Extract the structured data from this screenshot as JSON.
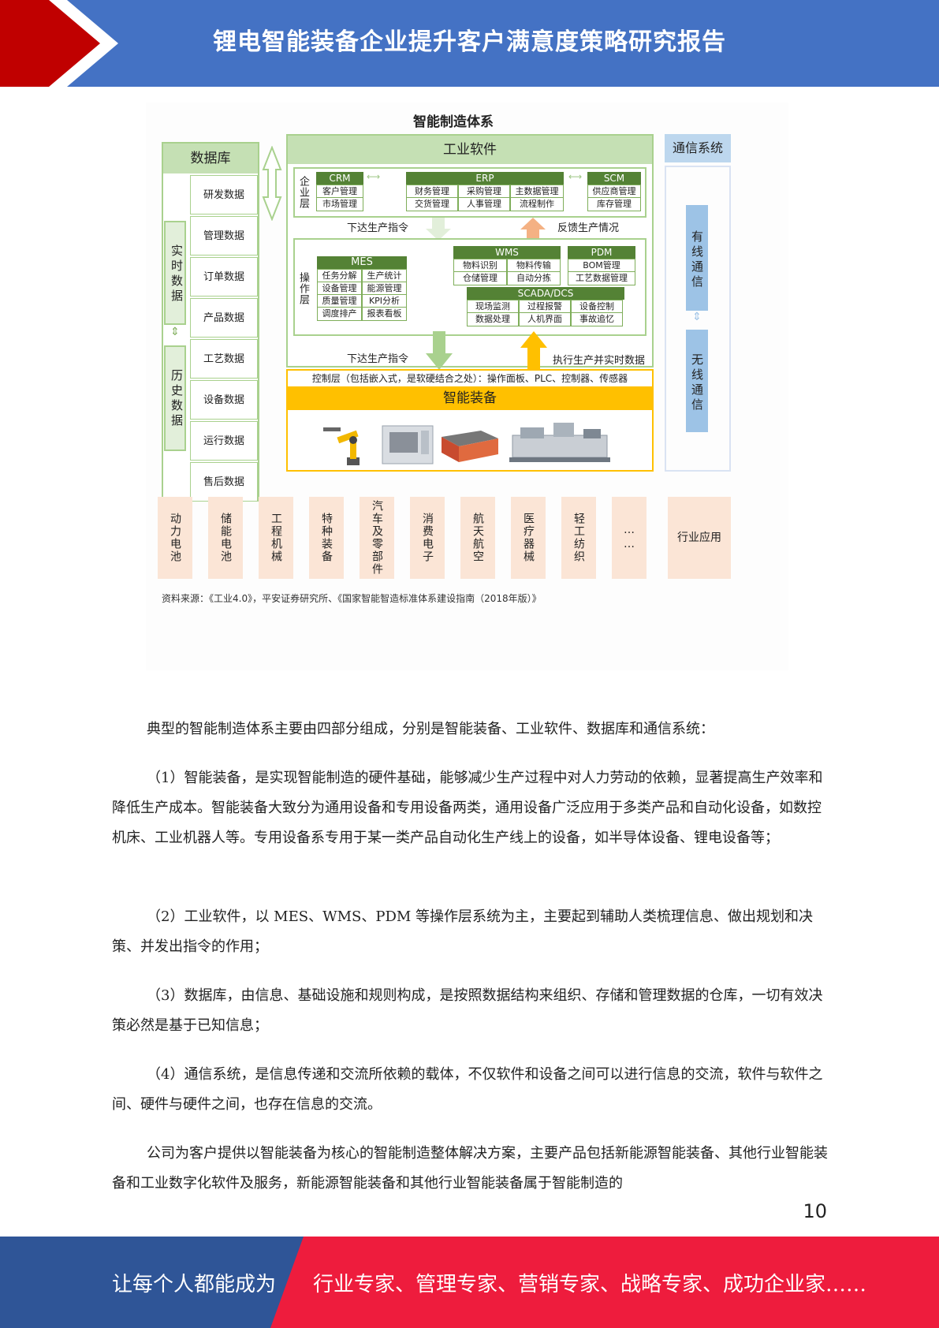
{
  "header": {
    "title": "锂电智能装备企业提升客户满意度策略研究报告"
  },
  "diagram": {
    "title": "智能制造体系",
    "database": {
      "title": "数据库",
      "realtime": "实时数据",
      "history": "历史数据",
      "items": [
        "研发数据",
        "管理数据",
        "订单数据",
        "产品数据",
        "工艺数据",
        "设备数据",
        "运行数据",
        "售后数据"
      ]
    },
    "software": {
      "title": "工业软件",
      "enterprise_layer": "企业层",
      "crm": {
        "name": "CRM",
        "items": [
          "客户管理",
          "市场管理"
        ]
      },
      "erp": {
        "name": "ERP",
        "items": [
          "财务管理",
          "采购管理",
          "主数据管理",
          "交货管理",
          "人事管理",
          "流程制作"
        ]
      },
      "scm": {
        "name": "SCM",
        "items": [
          "供应商管理",
          "库存管理"
        ]
      },
      "down_cmd_1": "下达生产指令",
      "feedback": "反馈生产情况",
      "operation_layer": "操作层",
      "mes": {
        "name": "MES",
        "items": [
          "任务分解",
          "生产统计",
          "设备管理",
          "能源管理",
          "质量管理",
          "KPI分析",
          "调度排产",
          "报表看板"
        ]
      },
      "wms": {
        "name": "WMS",
        "items": [
          "物料识别",
          "物料传输",
          "仓储管理",
          "自动分拣"
        ]
      },
      "pdm": {
        "name": "PDM",
        "items": [
          "BOM管理",
          "工艺数据管理"
        ]
      },
      "scada": {
        "name": "SCADA/DCS",
        "items": [
          "现场监测",
          "过程报警",
          "设备控制",
          "数据处理",
          "人机界面",
          "事故追忆"
        ]
      }
    },
    "down_cmd_2": "下达生产指令",
    "execute": "执行生产并实时数据",
    "control_layer": "控制层（包括嵌入式，是软硬结合之处）：操作面板、PLC、控制器、传感器",
    "equipment": "智能装备",
    "comm": {
      "title": "通信系统",
      "wired": "有线通信",
      "wireless": "无线通信"
    },
    "industries": [
      "动力电池",
      "储能电池",
      "工程机械",
      "特种装备",
      "汽车及零部件",
      "消费电子",
      "航天航空",
      "医疗器械",
      "轻工纺织",
      "……"
    ],
    "industry_label": "行业应用",
    "source": "资料来源：《工业4.0》，平安证券研究所、《国家智能智造标准体系建设指南（2018年版）》"
  },
  "paragraphs": [
    "典型的智能制造体系主要由四部分组成，分别是智能装备、工业软件、数据库和通信系统：",
    "（1）智能装备，是实现智能制造的硬件基础，能够减少生产过程中对人力劳动的依赖，显著提高生产效率和降低生产成本。智能装备大致分为通用设备和专用设备两类，通用设备广泛应用于多类产品和自动化设备，如数控机床、工业机器人等。专用设备系专用于某一类产品自动化生产线上的设备，如半导体设备、锂电设备等；",
    "（2）工业软件，以 MES、WMS、PDM 等操作层系统为主，主要起到辅助人类梳理信息、做出规划和决策、并发出指令的作用；",
    "（3）数据库，由信息、基础设施和规则构成，是按照数据结构来组织、存储和管理数据的仓库，一切有效决策必然是基于已知信息；",
    "（4）通信系统，是信息传递和交流所依赖的载体，不仅软件和设备之间可以进行信息的交流，软件与软件之间、硬件与硬件之间，也存在信息的交流。",
    "公司为客户提供以智能装备为核心的智能制造整体解决方案，主要产品包括新能源智能装备、其他行业智能装备和工业数字化软件及服务，新能源智能装备和其他行业智能装备属于智能制造的"
  ],
  "page_number": "10",
  "footer": {
    "left": "让每个人都能成为",
    "right": "行业专家、管理专家、营销专家、战略专家、成功企业家……"
  },
  "colors": {
    "header_blue": "#4472c4",
    "header_red": "#c00000",
    "footer_blue": "#2f5597",
    "footer_red": "#ee1c3d",
    "green": "#a9d18e",
    "orange": "#ffc000"
  }
}
